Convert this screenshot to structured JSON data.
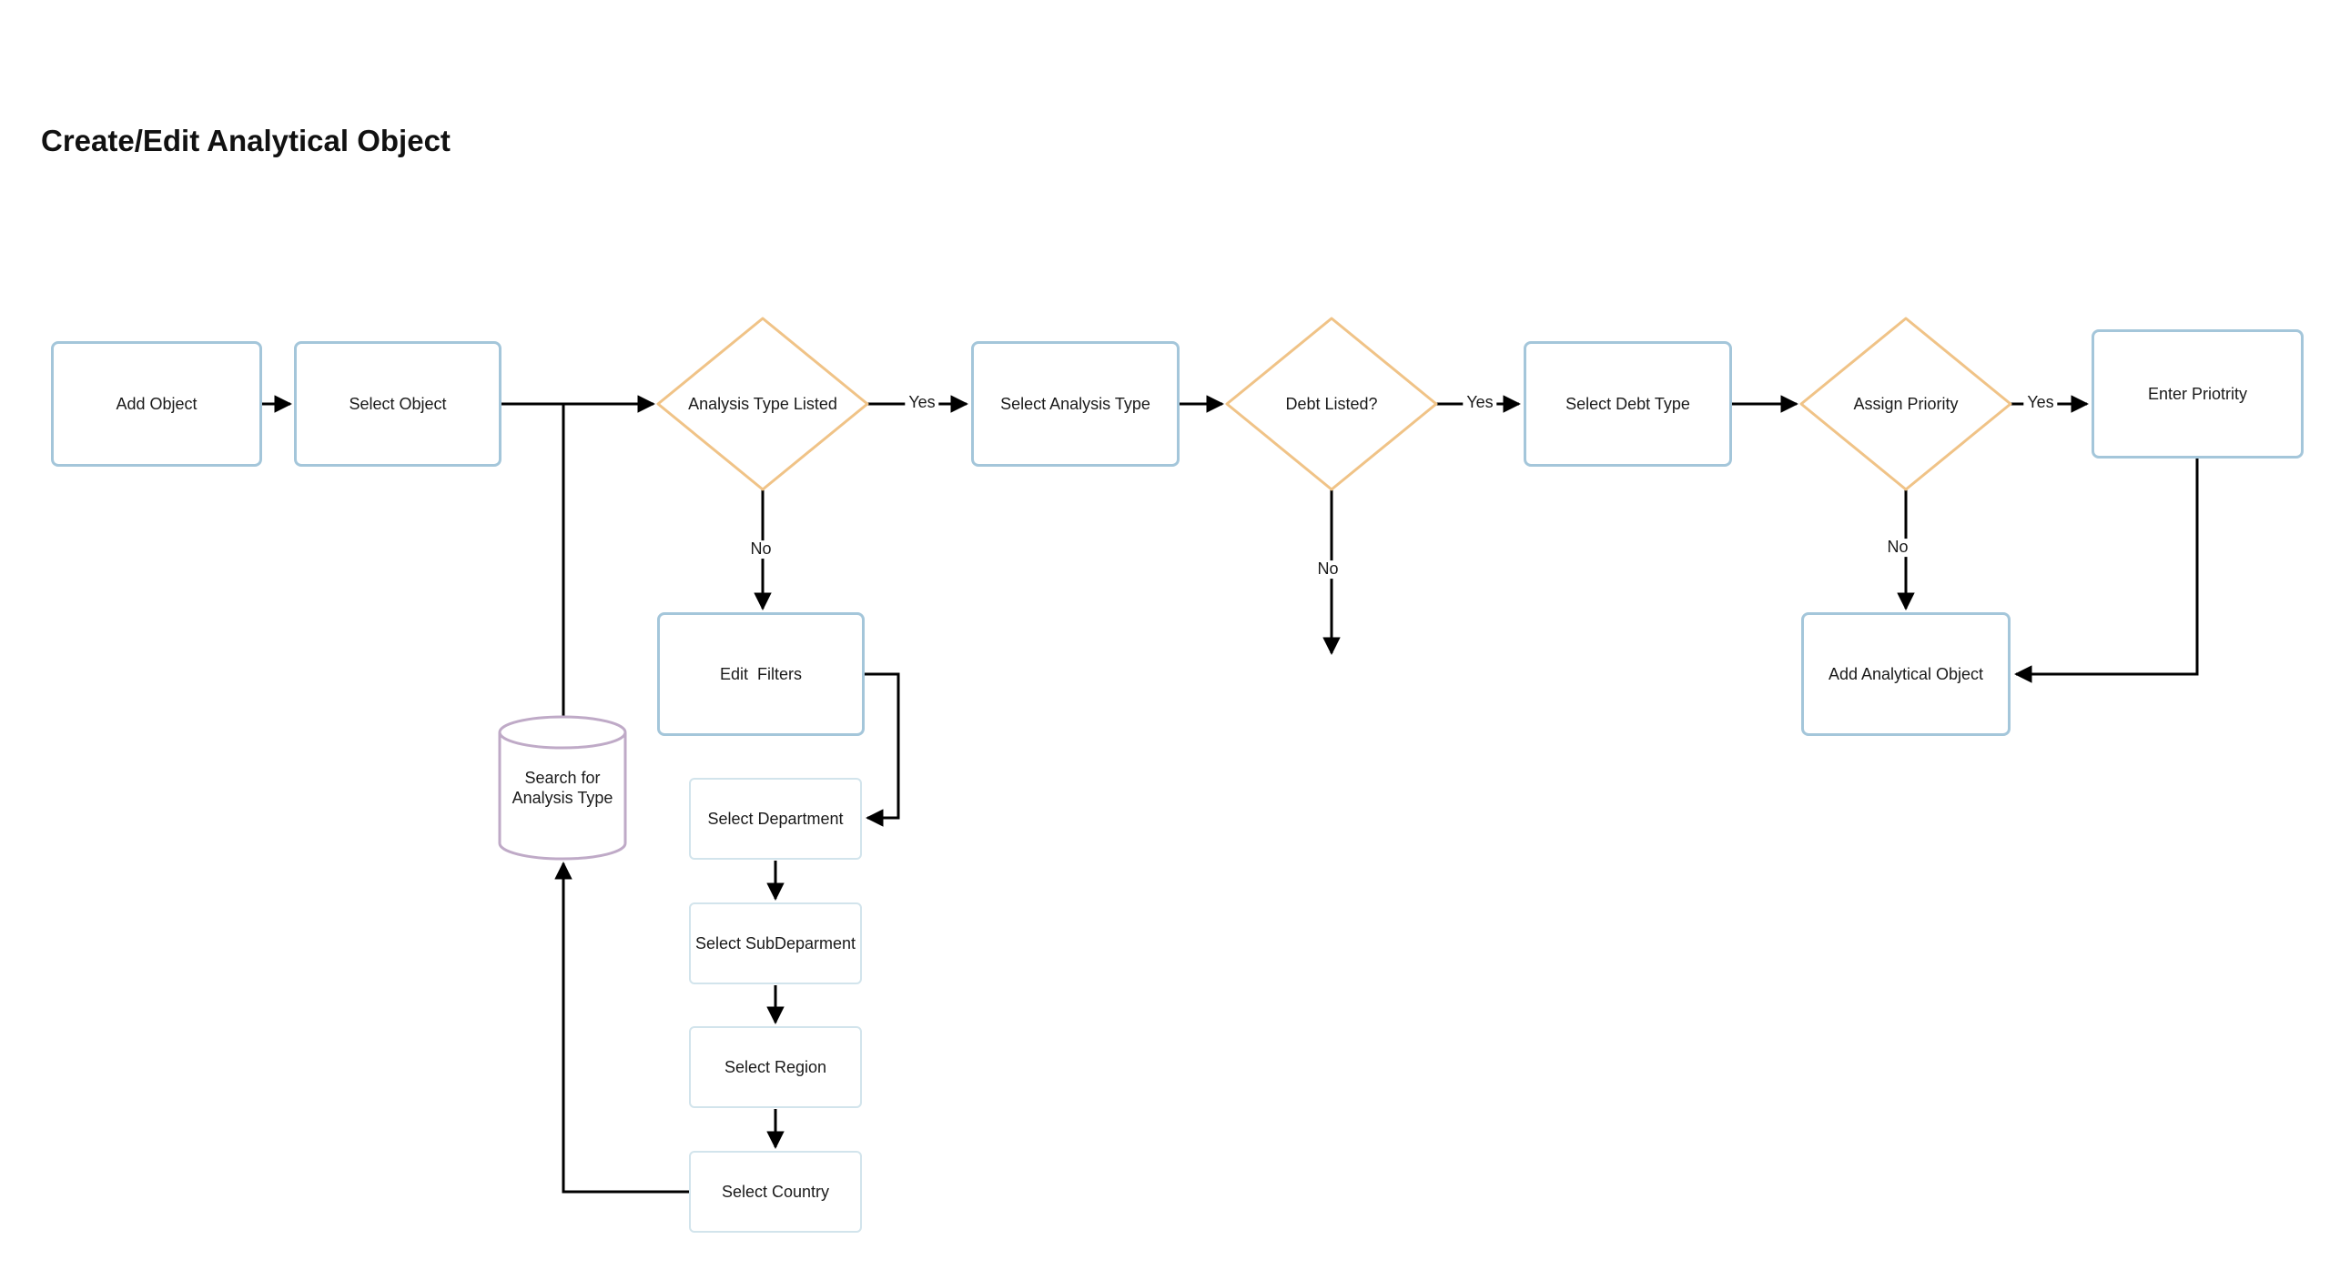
{
  "page": {
    "title": "Create/Edit Analytical Object"
  },
  "colors": {
    "process_border": "#a4c6da",
    "subprocess_border": "#d2e4ec",
    "decision_border": "#f0c387",
    "datastore_border": "#bfaac7",
    "connector": "#000000",
    "text": "#1a1a1a"
  },
  "nodes": {
    "add_object": {
      "type": "process",
      "label": "Add Object"
    },
    "select_object": {
      "type": "process",
      "label": "Select Object"
    },
    "analysis_type_listed": {
      "type": "decision",
      "label": "Analysis Type Listed"
    },
    "select_analysis_type": {
      "type": "process",
      "label": "Select Analysis Type"
    },
    "debt_listed": {
      "type": "decision",
      "label": "Debt Listed?"
    },
    "select_debt_type": {
      "type": "process",
      "label": "Select Debt Type"
    },
    "assign_priority": {
      "type": "decision",
      "label": "Assign Priority"
    },
    "enter_priotrity": {
      "type": "process",
      "label": "Enter Priotrity"
    },
    "edit_filters": {
      "type": "process",
      "label": "Edit  Filters"
    },
    "search_for_analysis_type": {
      "type": "datastore",
      "label": "Search for Analysis Type"
    },
    "select_department": {
      "type": "subprocess",
      "label": "Select Department"
    },
    "select_subdeparment": {
      "type": "subprocess",
      "label": "Select SubDeparment"
    },
    "select_region": {
      "type": "subprocess",
      "label": "Select Region"
    },
    "select_country": {
      "type": "subprocess",
      "label": "Select Country"
    },
    "add_analytical_object": {
      "type": "process",
      "label": "Add Analytical Object"
    }
  },
  "edge_labels": {
    "analysis_yes": "Yes",
    "analysis_no": "No",
    "debt_yes": "Yes",
    "debt_no": "No",
    "priority_yes": "Yes",
    "priority_no": "No"
  }
}
